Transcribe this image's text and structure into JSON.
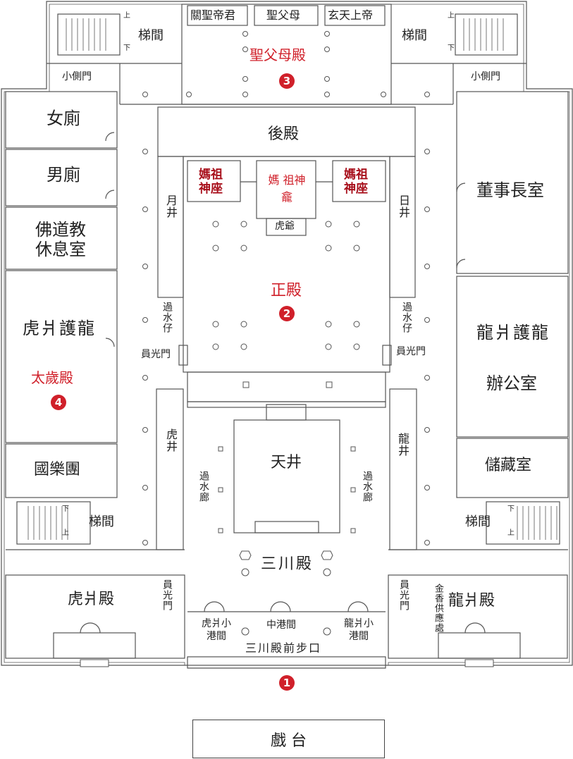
{
  "rear_hall": {
    "altars": [
      "關聖帝君",
      "聖父母",
      "玄天上帝"
    ],
    "name": "聖父母殿",
    "badge": "3",
    "stairs_left": "梯間",
    "stairs_right": "梯間",
    "side_door_left": "小側門",
    "side_door_right": "小側門",
    "stair_up": "上",
    "stair_down": "下"
  },
  "back_hall": "後殿",
  "left_wing": {
    "women_restroom": "女廁",
    "men_restroom": "男廁",
    "rest_room": "佛道教休息室",
    "tai_sui_room_a": "虎爿護龍",
    "tai_sui_hall": "太歲殿",
    "badge": "4",
    "music_troupe": "國樂團",
    "stairs": "梯間",
    "tiger_side_hall": "虎爿殿"
  },
  "right_wing": {
    "chairman_office": "董事長室",
    "office_a": "龍爿護龍",
    "office_b": "辦公室",
    "storage": "儲藏室",
    "stairs": "梯間",
    "dragon_side_hall": "龍爿殿",
    "incense_counter": "金香供應處"
  },
  "main_hall": {
    "name": "正殿",
    "badge": "2",
    "mazu_left": "媽祖神座",
    "mazu_center": "媽 祖神龕",
    "mazu_right": "媽祖神座",
    "tiger_god": "虎爺"
  },
  "courtyards": {
    "moon_well": "月井",
    "sun_well": "日井",
    "tiger_well": "虎井",
    "dragon_well": "龍井",
    "sky_well": "天井"
  },
  "passages": {
    "cross_left": "過水仔",
    "cross_right": "過水仔",
    "round_door": "員光門",
    "corridor": "過水廊"
  },
  "front_hall": {
    "name": "三川殿",
    "tiger_gate": "虎爿小港間",
    "middle_gate": "中港間",
    "dragon_gate": "龍爿小港間",
    "front_step": "三川殿前步口",
    "badge": "1"
  },
  "stage": "戲 台"
}
